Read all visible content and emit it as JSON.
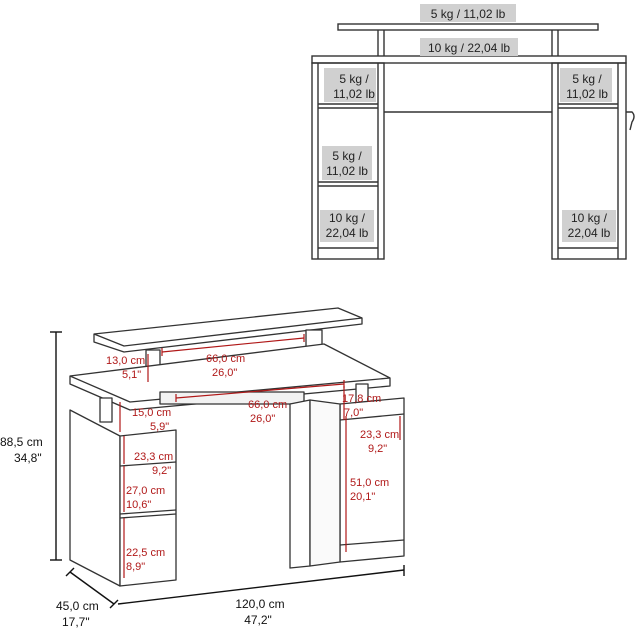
{
  "load_view": {
    "top_shelf": "5 kg / 11,02 lb",
    "desktop": "10 kg / 22,04 lb",
    "left_riser_1": "5 kg /",
    "left_riser_2": "11,02 lb",
    "right_riser_1": "5 kg /",
    "right_riser_2": "11,02 lb",
    "left_mid_1": "5 kg /",
    "left_mid_2": "11,02 lb",
    "left_bottom_1": "10 kg /",
    "left_bottom_2": "22,04 lb",
    "right_bottom_1": "10 kg /",
    "right_bottom_2": "22,04 lb"
  },
  "dimensions": {
    "height_cm": "88,5 cm",
    "height_in": "34,8\"",
    "depth_cm": "45,0 cm",
    "depth_in": "17,7\"",
    "width_cm": "120,0 cm",
    "width_in": "47,2\"",
    "riser_h_cm": "13,0 cm",
    "riser_h_in": "5,1\"",
    "hutch_w_cm": "66,0 cm",
    "hutch_w_in": "26,0\"",
    "desk_gap_cm": "15,0 cm",
    "desk_gap_in": "5,9\"",
    "knee_w_cm": "66,0 cm",
    "knee_w_in": "26,0\"",
    "right_gap_cm": "17,8 cm",
    "right_gap_in": "7,0\"",
    "left_s1_cm": "23,3 cm",
    "left_s1_in": "9,2\"",
    "left_s2_cm": "27,0 cm",
    "left_s2_in": "10,6\"",
    "left_s3_cm": "22,5 cm",
    "left_s3_in": "8,9\"",
    "right_s1_cm": "23,3 cm",
    "right_s1_in": "9,2\"",
    "right_s2_cm": "51,0 cm",
    "right_s2_in": "20,1\""
  },
  "colors": {
    "line": "#333333",
    "label_box": "#d0d0d0",
    "dimension": "#b01818"
  }
}
